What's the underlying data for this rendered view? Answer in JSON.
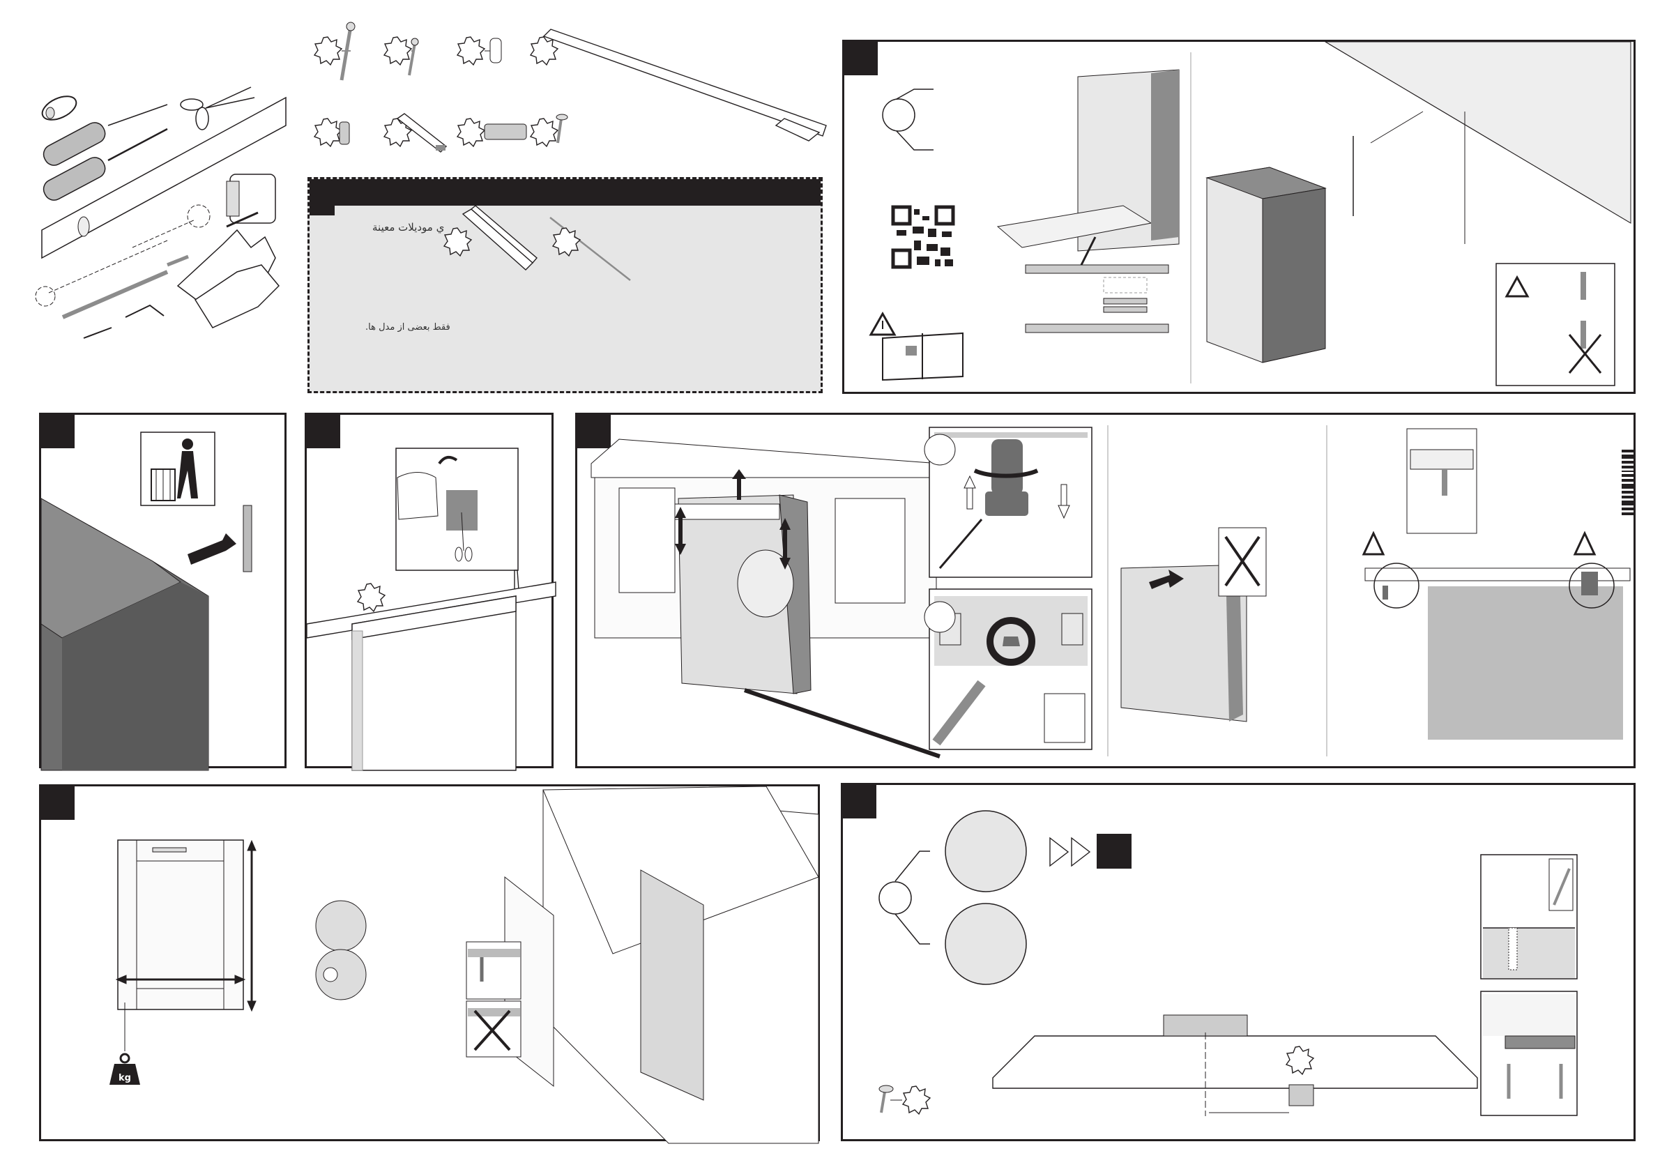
{
  "document": {
    "type": "dishwasher installation instructions (pictogram sheet)",
    "accent_colors": {
      "ink": "#231f20",
      "panel_gray": "#e6e6e6",
      "part_gray": "#8c8c8c"
    }
  },
  "tools_section": {
    "items": [
      {
        "icon": "hose-clamp-icon"
      },
      {
        "icon": "flat-screwdriver-icon"
      },
      {
        "icon": "phillips-screwdriver-icon"
      },
      {
        "icon": "scissors-icon"
      },
      {
        "icon": "spirit-level-icon"
      },
      {
        "icon": "tape-measure-icon"
      },
      {
        "icon": "open-end-wrench-icon"
      },
      {
        "icon": "ring-wrench-icon"
      },
      {
        "icon": "drill-bit-icon"
      },
      {
        "icon": "allen-key-icon"
      },
      {
        "icon": "gloves-icon"
      }
    ]
  },
  "parts_section": {
    "items": [
      {
        "icon": "long-screw-icon"
      },
      {
        "icon": "short-screw-icon"
      },
      {
        "icon": "spacer-sleeve-icon"
      },
      {
        "icon": "protective-strip-icon"
      },
      {
        "icon": "threaded-insert-icon"
      },
      {
        "icon": "adhesive-strip-icon"
      },
      {
        "icon": "mounting-bracket-icon"
      },
      {
        "icon": "countersunk-screw-icon"
      }
    ]
  },
  "optional_parts_note": {
    "text_arabic": "ي موديلات معينة",
    "text_persian": "فقط بعضی از مدل ها.",
    "items": [
      {
        "icon": "cover-strip-icon"
      },
      {
        "icon": "steel-rod-icon"
      }
    ]
  },
  "steps": [
    {
      "id": "step-1",
      "icons": [
        "niche-dimension-icon",
        "qr-code-icon",
        "warning-manual-icon",
        "rating-plate-icon",
        "water-hose-warning-icon"
      ]
    },
    {
      "id": "step-2",
      "icons": [
        "dispose-packaging-icon",
        "remove-clip-icon"
      ]
    },
    {
      "id": "step-3",
      "icons": [
        "protective-foil-icon",
        "scissors-icon"
      ]
    },
    {
      "id": "step-4",
      "icons": [
        "height-adjust-icon",
        "foot-adjust-icon",
        "rear-foot-adjust-icon",
        "push-in-icon",
        "do-not-kink-hose-icon",
        "warning-gap-icon"
      ]
    },
    {
      "id": "step-5",
      "icons": [
        "door-panel-dimensions-icon",
        "weight-icon",
        "hinge-detail-icon",
        "correct-screw-icon",
        "wrong-screw-icon"
      ]
    },
    {
      "id": "step-6",
      "icons": [
        "alignment-check-icon",
        "skip-to-step-icon",
        "screw-part-icon",
        "drill-depth-icon",
        "bracket-screws-icon"
      ]
    }
  ],
  "labels": {
    "weight_unit": "kg"
  }
}
